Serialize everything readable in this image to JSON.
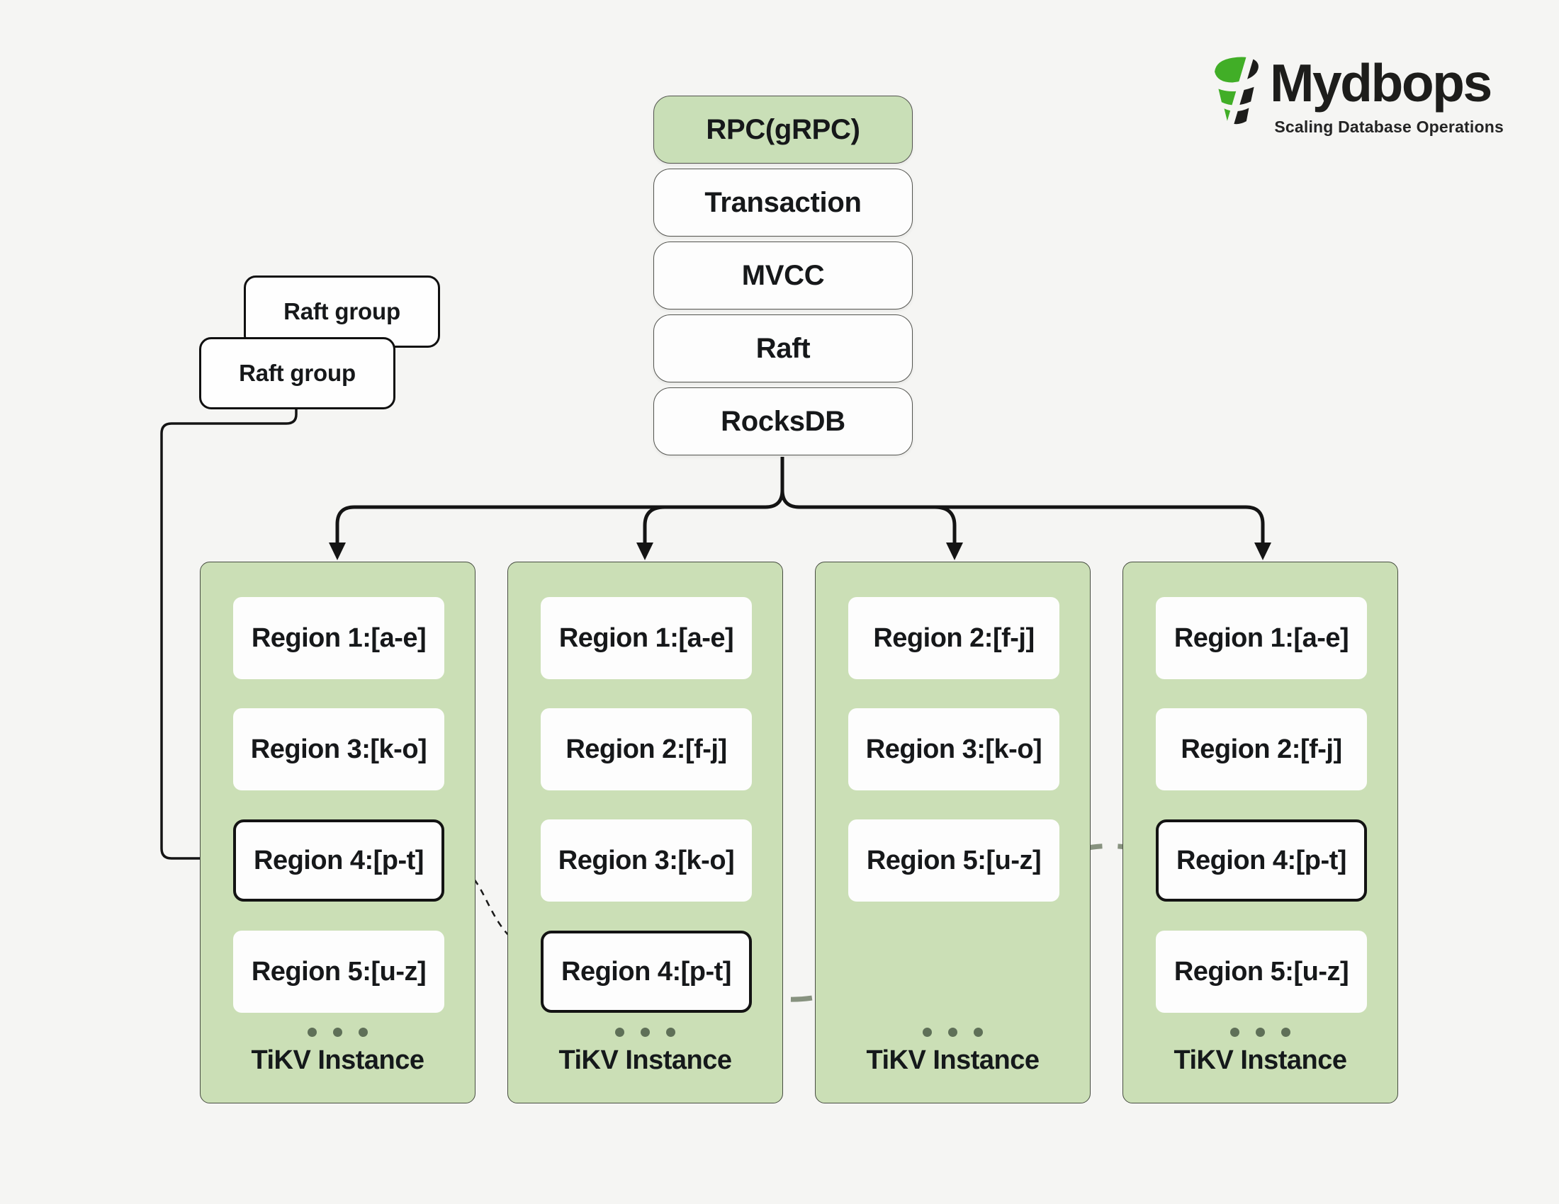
{
  "palette": {
    "background": "#f5f5f3",
    "green_fill": "#cbdfb6",
    "stack_highlight_green": "#c9dfb7",
    "box_white": "#fdfdfd",
    "line_black": "#141414",
    "thick_dash_gray_green": "#87927f",
    "dot_gray_green": "#5f7058",
    "logo_green": "#41ae27",
    "logo_black": "#1d1d1b"
  },
  "logo": {
    "brand": "Mydbops",
    "tagline": "Scaling Database Operations"
  },
  "stack": {
    "boxes": [
      {
        "label": "RPC(gRPC)",
        "highlight": true
      },
      {
        "label": "Transaction",
        "highlight": false
      },
      {
        "label": "MVCC",
        "highlight": false
      },
      {
        "label": "Raft",
        "highlight": false
      },
      {
        "label": "RocksDB",
        "highlight": false
      }
    ]
  },
  "raft_groups": {
    "back": "Raft group",
    "front": "Raft group"
  },
  "instances": [
    {
      "label": "TiKV Instance",
      "regions": [
        {
          "label": "Region 1:[a-e]",
          "emphasized": false
        },
        {
          "label": "Region 3:[k-o]",
          "emphasized": false
        },
        {
          "label": "Region 4:[p-t]",
          "emphasized": true
        },
        {
          "label": "Region 5:[u-z]",
          "emphasized": false
        }
      ]
    },
    {
      "label": "TiKV Instance",
      "regions": [
        {
          "label": "Region 1:[a-e]",
          "emphasized": false
        },
        {
          "label": "Region 2:[f-j]",
          "emphasized": false
        },
        {
          "label": "Region 3:[k-o]",
          "emphasized": false
        },
        {
          "label": "Region 4:[p-t]",
          "emphasized": true
        }
      ]
    },
    {
      "label": "TiKV Instance",
      "regions": [
        {
          "label": "Region 2:[f-j]",
          "emphasized": false
        },
        {
          "label": "Region 3:[k-o]",
          "emphasized": false
        },
        {
          "label": "Region 5:[u-z]",
          "emphasized": false
        }
      ]
    },
    {
      "label": "TiKV Instance",
      "regions": [
        {
          "label": "Region 1:[a-e]",
          "emphasized": false
        },
        {
          "label": "Region 2:[f-j]",
          "emphasized": false
        },
        {
          "label": "Region 4:[p-t]",
          "emphasized": true
        },
        {
          "label": "Region 5:[u-z]",
          "emphasized": false
        }
      ]
    }
  ]
}
